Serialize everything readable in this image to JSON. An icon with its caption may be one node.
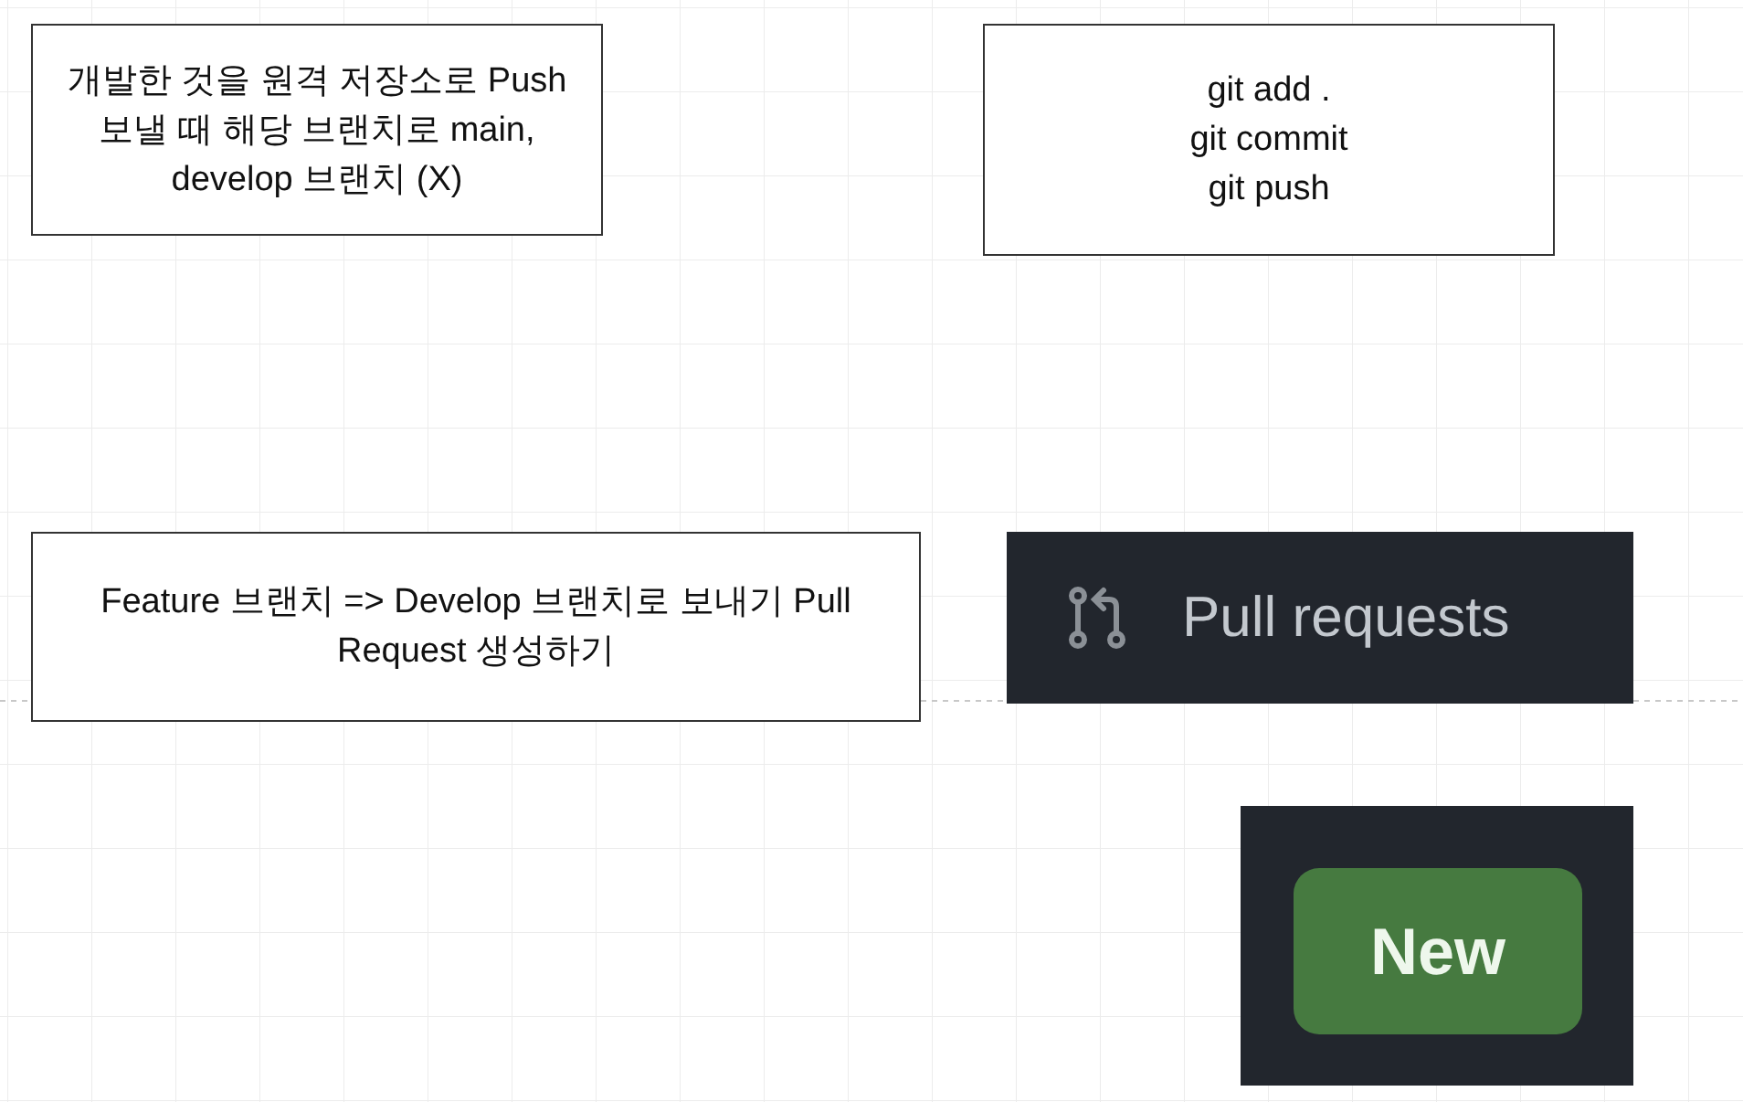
{
  "diagram": {
    "nodes": [
      {
        "text": [
          "개발한 것을 원격 저장소로 Push 보낼 때 해당 브랜치로 main, develop 브랜치 (X)"
        ]
      },
      {
        "text": [
          "git add .",
          "git commit",
          "git push"
        ]
      },
      {
        "text": [
          "Feature 브랜치 => Develop 브랜치로 보내기 Pull Request 생성하기"
        ]
      },
      {
        "text": [
          "Pull requests"
        ]
      },
      {
        "text": [],
        "shape": "box"
      },
      {
        "text": [
          "New"
        ],
        "in": 4
      }
    ]
  }
}
